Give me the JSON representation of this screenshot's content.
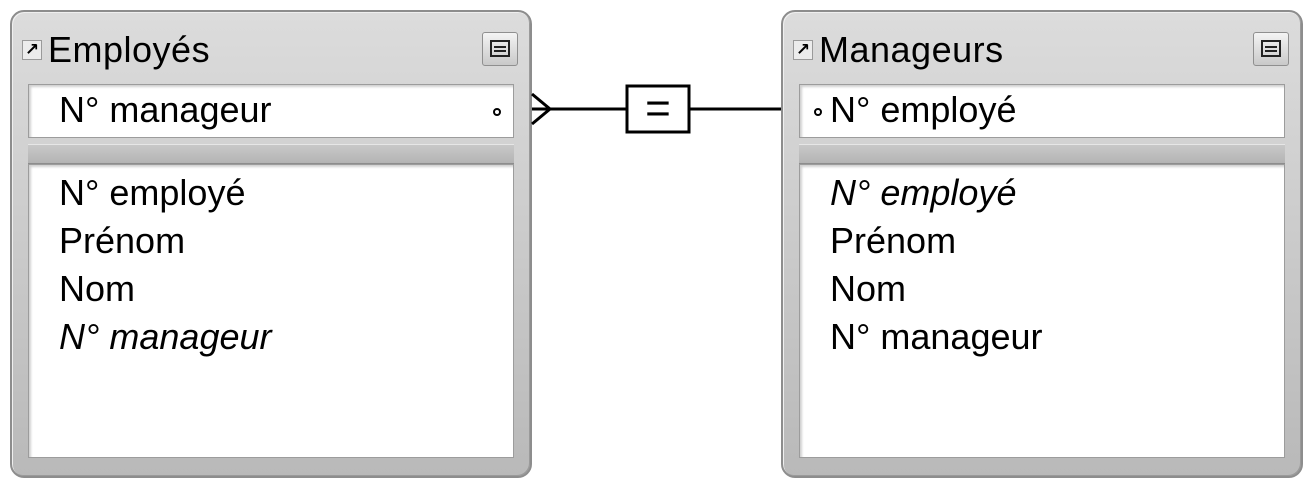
{
  "tables": [
    {
      "title": "Employés",
      "key_field": "N° manageur",
      "fields": [
        "N° employé",
        "Prénom",
        "Nom",
        "N° manageur"
      ],
      "italic_field_index": 3
    },
    {
      "title": "Manageurs",
      "key_field": "N° employé",
      "fields": [
        "N° employé",
        "Prénom",
        "Nom",
        "N° manageur"
      ],
      "italic_field_index": 0
    }
  ],
  "relationship": {
    "operator": "=",
    "left_cardinality": "many",
    "right_cardinality": "one"
  },
  "icons": {
    "title_arrow": "arrow-up-right-icon",
    "collapse": "collapse-table-icon",
    "key_marker": "key-field-dot-icon"
  }
}
